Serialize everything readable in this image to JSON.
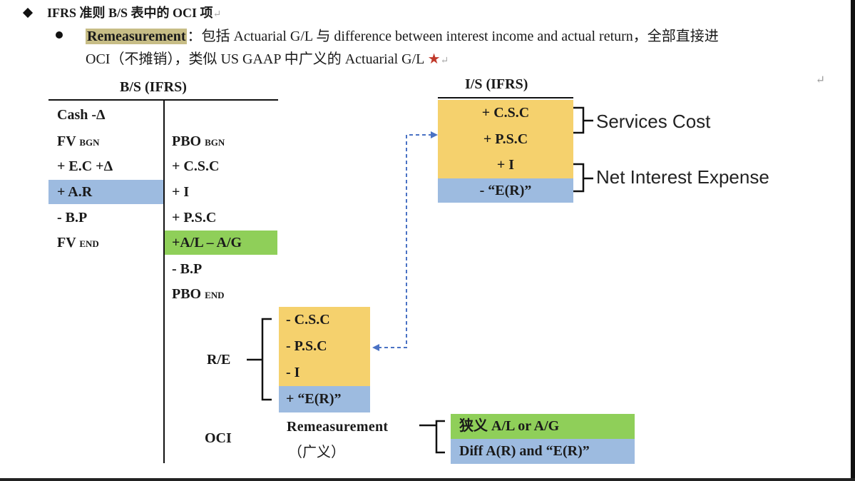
{
  "header": {
    "title": "IFRS 准则 B/S 表中的 OCI 项",
    "para_mark": "↵",
    "bullet_term": "Remeasurement",
    "bullet_line1": "：包括 Actuarial G/L 与 difference between interest income and actual return，全部直接进",
    "bullet_line2": "OCI（不摊销），类似 US GAAP 中广义的 Actuarial G/L ",
    "star": "★",
    "corner_mark": "↵"
  },
  "bs": {
    "title": "B/S (IFRS)",
    "left": [
      "Cash -Δ",
      "FV",
      "+ E.C +Δ",
      "+ A.R",
      "- B.P",
      "FV"
    ],
    "left_sub": {
      "fv_bgn": "BGN",
      "fv_end": "END"
    },
    "right": [
      "PBO",
      "+ C.S.C",
      "+ I",
      "+ P.S.C",
      "+A/L – A/G",
      "- B.P",
      "PBO"
    ],
    "right_sub": {
      "pbo_bgn": "BGN",
      "pbo_end": "END"
    }
  },
  "is": {
    "title": "I/S (IFRS)",
    "rows": [
      "+ C.S.C",
      "+ P.S.C",
      "+ I",
      "- “E(R)”"
    ],
    "services_cost": "Services Cost",
    "net_interest": "Net Interest Expense"
  },
  "re": {
    "label": "R/E",
    "rows": [
      "- C.S.C",
      "- P.S.C",
      "- I",
      "+ “E(R)”"
    ]
  },
  "oci": {
    "label": "OCI",
    "remeasurement": "Remeasurement",
    "broad": "（广义）",
    "rows": [
      "狭义 A/L or A/G",
      "Diff A(R) and “E(R)”"
    ]
  },
  "colors": {
    "blue": "#9dbbe0",
    "yellow": "#f5d16d",
    "green": "#8fcf59",
    "arrow": "#4a72c4"
  }
}
